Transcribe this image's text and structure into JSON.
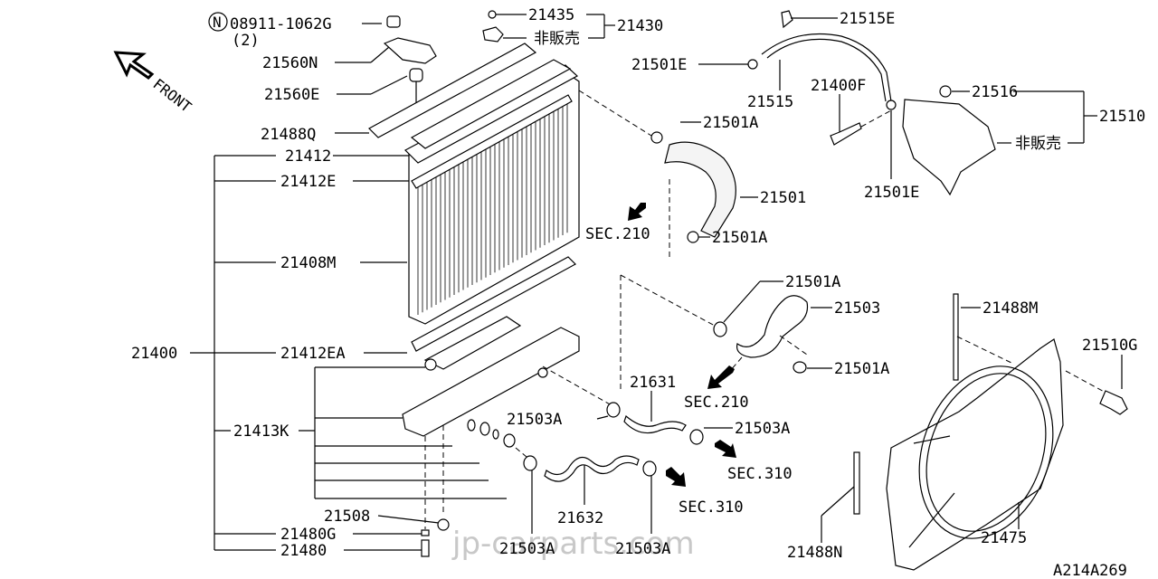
{
  "diagram": {
    "title": "Radiator, Shroud & Inverter Cooling",
    "drawing_code": "A214A269",
    "watermark": "jp-carparts.com",
    "front_label": "FRONT",
    "not_sold_label": "非販売",
    "nut_symbol": "N",
    "parts": {
      "p08911": "08911-1062G",
      "p08911_qty": "(2)",
      "p21560N": "21560N",
      "p21560E": "21560E",
      "p21488Q": "21488Q",
      "p21412": "21412",
      "p21412E": "21412E",
      "p21408M": "21408M",
      "p21400": "21400",
      "p21412EA": "21412EA",
      "p21413K": "21413K",
      "p21508": "21508",
      "p21480G": "21480G",
      "p21480": "21480",
      "p21435": "21435",
      "p21430": "21430",
      "p21515E": "21515E",
      "p21501E_top": "21501E",
      "p21515": "21515",
      "p21400F": "21400F",
      "p21516": "21516",
      "p21510": "21510",
      "p21501E_bot": "21501E",
      "p21501A_1": "21501A",
      "p21501": "21501",
      "p21501A_2": "21501A",
      "p21501A_3": "21501A",
      "p21503": "21503",
      "p21501A_4": "21501A",
      "p21488M": "21488M",
      "p21510G": "21510G",
      "p21631": "21631",
      "p21503A_1": "21503A",
      "p21503A_2": "21503A",
      "p21632": "21632",
      "p21503A_3": "21503A",
      "p21503A_4": "21503A",
      "p21488N": "21488N",
      "p21475": "21475"
    },
    "section_refs": {
      "sec210_a": "SEC.210",
      "sec210_b": "SEC.210",
      "sec310_a": "SEC.310",
      "sec310_b": "SEC.310"
    }
  }
}
